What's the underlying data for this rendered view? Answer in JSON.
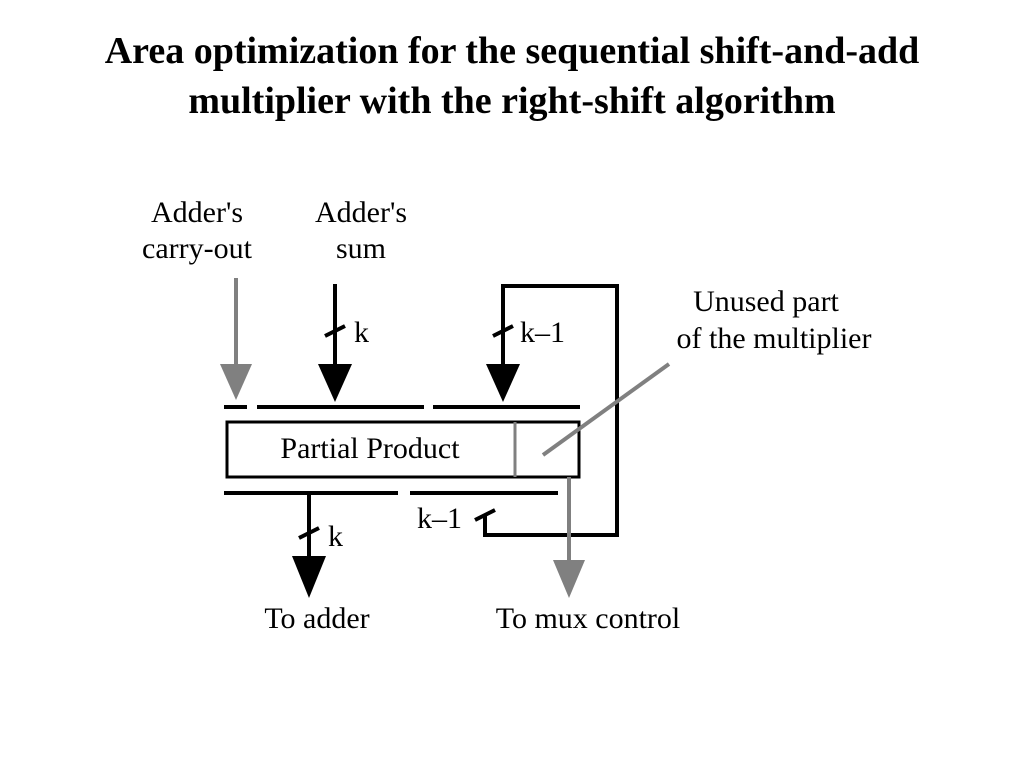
{
  "title": {
    "line1": "Area optimization for the sequential shift-and-add",
    "line2": "multiplier with the right-shift algorithm"
  },
  "diagram": {
    "register_label": "Partial Product",
    "inputs": {
      "carry_out_line1": "Adder's",
      "carry_out_line2": "carry-out",
      "sum_line1": "Adder's",
      "sum_line2": "sum"
    },
    "width_labels": {
      "sum_in": "k",
      "feedback_in": "k–1",
      "to_adder": "k",
      "feedback_out": "k–1"
    },
    "annotation_line1": "Unused part",
    "annotation_line2": "of the multiplier",
    "outputs": {
      "to_adder": "To adder",
      "to_mux": "To mux control"
    },
    "colors": {
      "line": "#000000",
      "gray_signal": "#808080"
    }
  }
}
